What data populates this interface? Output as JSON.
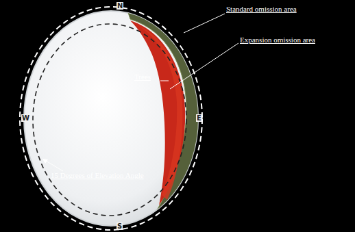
{
  "diagram": {
    "labels": [
      "N",
      "W",
      "E",
      "S",
      "Standard omission area",
      "Expansion omission area",
      "Trees",
      "15 Degrees of Elevation Angle"
    ]
  }
}
